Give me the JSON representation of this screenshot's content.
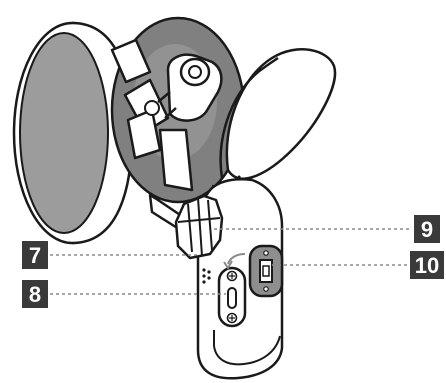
{
  "diagram": {
    "callouts": [
      {
        "id": "callout-9",
        "label": "9"
      },
      {
        "id": "callout-10",
        "label": "10"
      },
      {
        "id": "callout-7",
        "label": "7"
      },
      {
        "id": "callout-8",
        "label": "8"
      }
    ]
  },
  "colors": {
    "line": "#1a1a1a",
    "fill": "#ffffff",
    "shade": "#9a9a9a",
    "dark_shade": "#7a7a7a",
    "badge": "#3a3a3a",
    "badge_text": "#ffffff",
    "leader": "#8a8a8a"
  }
}
